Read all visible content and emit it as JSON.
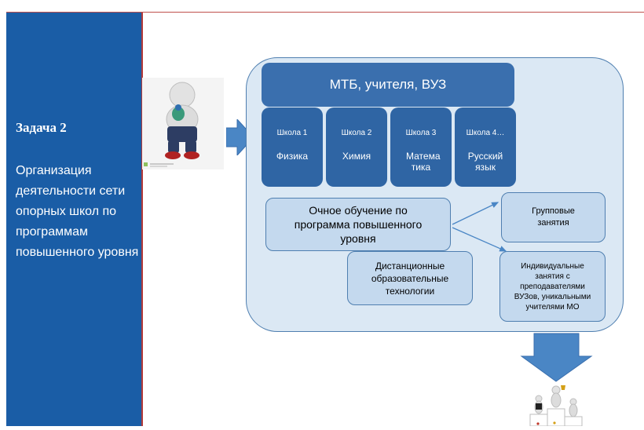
{
  "sidebar": {
    "title": "Задача 2",
    "description": "Организация деятельности сети опорных школ по программам повышенного уровня"
  },
  "diagram": {
    "header": "МТБ, учителя, ВУЗ",
    "schools": [
      {
        "number": "Школа 1",
        "subject": "Физика"
      },
      {
        "number": "Школа 2",
        "subject": "Химия"
      },
      {
        "number": "Школа 3",
        "subject": "Матема тика"
      },
      {
        "number": "Школа  4…",
        "subject": "Русский язык"
      }
    ],
    "full_time": "Очное обучение по программа повышенного уровня",
    "distance": "Дистанционные образовательные технологии",
    "group": "Групповые занятия",
    "individual": "Индивидуальные занятия с преподавателями ВУЗов, уникальными учителями МО"
  },
  "colors": {
    "sidebar": "#1a5da6",
    "header": "#3a6fae",
    "school": "#2f65a4",
    "container": "#dbe8f4",
    "box": "#c4d9ee",
    "arrow": "#4a86c5"
  }
}
